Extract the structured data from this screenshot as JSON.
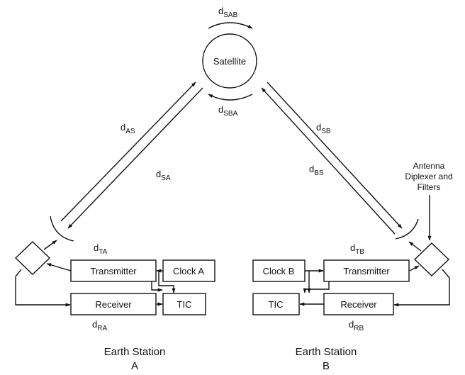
{
  "satellite": {
    "label": "Satellite"
  },
  "delays": {
    "d_SAB": {
      "base": "d",
      "sub": "SAB"
    },
    "d_SBA": {
      "base": "d",
      "sub": "SBA"
    },
    "d_AS": {
      "base": "d",
      "sub": "AS"
    },
    "d_SA": {
      "base": "d",
      "sub": "SA"
    },
    "d_SB": {
      "base": "d",
      "sub": "SB"
    },
    "d_BS": {
      "base": "d",
      "sub": "BS"
    },
    "d_TA": {
      "base": "d",
      "sub": "TA"
    },
    "d_RA": {
      "base": "d",
      "sub": "RA"
    },
    "d_TB": {
      "base": "d",
      "sub": "TB"
    },
    "d_RB": {
      "base": "d",
      "sub": "RB"
    }
  },
  "station_a": {
    "transmitter": "Transmitter",
    "receiver": "Receiver",
    "clock": "Clock A",
    "tic": "TIC",
    "label_line1": "Earth Station",
    "label_line2": "A"
  },
  "station_b": {
    "transmitter": "Transmitter",
    "receiver": "Receiver",
    "clock": "Clock B",
    "tic": "TIC",
    "label_line1": "Earth Station",
    "label_line2": "B"
  },
  "antenna_note": [
    "Antenna",
    "Diplexer and",
    "Filters"
  ]
}
